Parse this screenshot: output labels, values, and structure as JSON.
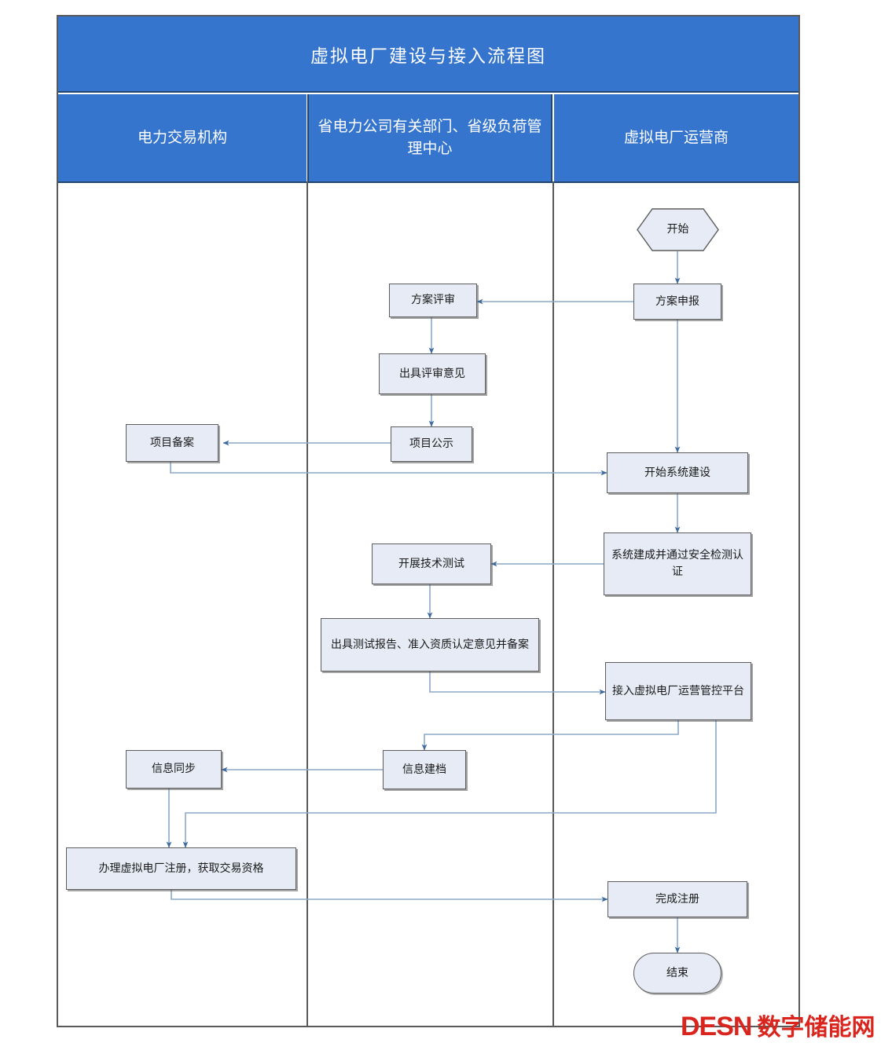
{
  "diagram": {
    "title": "虚拟电厂建设与接入流程图",
    "lanes": [
      {
        "id": "lane-trading",
        "label": "电力交易机构"
      },
      {
        "id": "lane-grid",
        "label": "省电力公司有关部门、省级负荷管理中心"
      },
      {
        "id": "lane-vpp",
        "label": "虚拟电厂运营商"
      }
    ],
    "nodes": [
      {
        "id": "start",
        "label": "开始",
        "shape": "hexagon"
      },
      {
        "id": "plan-submit",
        "label": "方案申报",
        "shape": "rect"
      },
      {
        "id": "plan-review",
        "label": "方案评审",
        "shape": "rect"
      },
      {
        "id": "review-op",
        "label": "出具评审意见",
        "shape": "rect"
      },
      {
        "id": "project-pub",
        "label": "项目公示",
        "shape": "rect"
      },
      {
        "id": "project-file",
        "label": "项目备案",
        "shape": "rect"
      },
      {
        "id": "build-start",
        "label": "开始系统建设",
        "shape": "rect"
      },
      {
        "id": "build-done",
        "label": "系统建成并通过安全检测认证",
        "shape": "rect"
      },
      {
        "id": "tech-test",
        "label": "开展技术测试",
        "shape": "rect"
      },
      {
        "id": "test-report",
        "label": "出具测试报告、准入资质认定意见并备案",
        "shape": "rect"
      },
      {
        "id": "platform",
        "label": "接入虚拟电厂运营管控平台",
        "shape": "rect"
      },
      {
        "id": "archive",
        "label": "信息建档",
        "shape": "rect"
      },
      {
        "id": "info-sync",
        "label": "信息同步",
        "shape": "rect"
      },
      {
        "id": "register",
        "label": "办理虚拟电厂注册，获取交易资格",
        "shape": "rect"
      },
      {
        "id": "reg-done",
        "label": "完成注册",
        "shape": "rect"
      },
      {
        "id": "end",
        "label": "结束",
        "shape": "stadium"
      }
    ],
    "colors": {
      "header_blue": "#3575CE",
      "node_fill": "#E6EBF5",
      "node_border": "#5C5C5C",
      "connector": "#7B9CC0",
      "frame": "#595959",
      "watermark_red": "#D9251D"
    }
  },
  "watermark": {
    "brand_en": "DESN",
    "brand_cn": "数字储能网"
  }
}
